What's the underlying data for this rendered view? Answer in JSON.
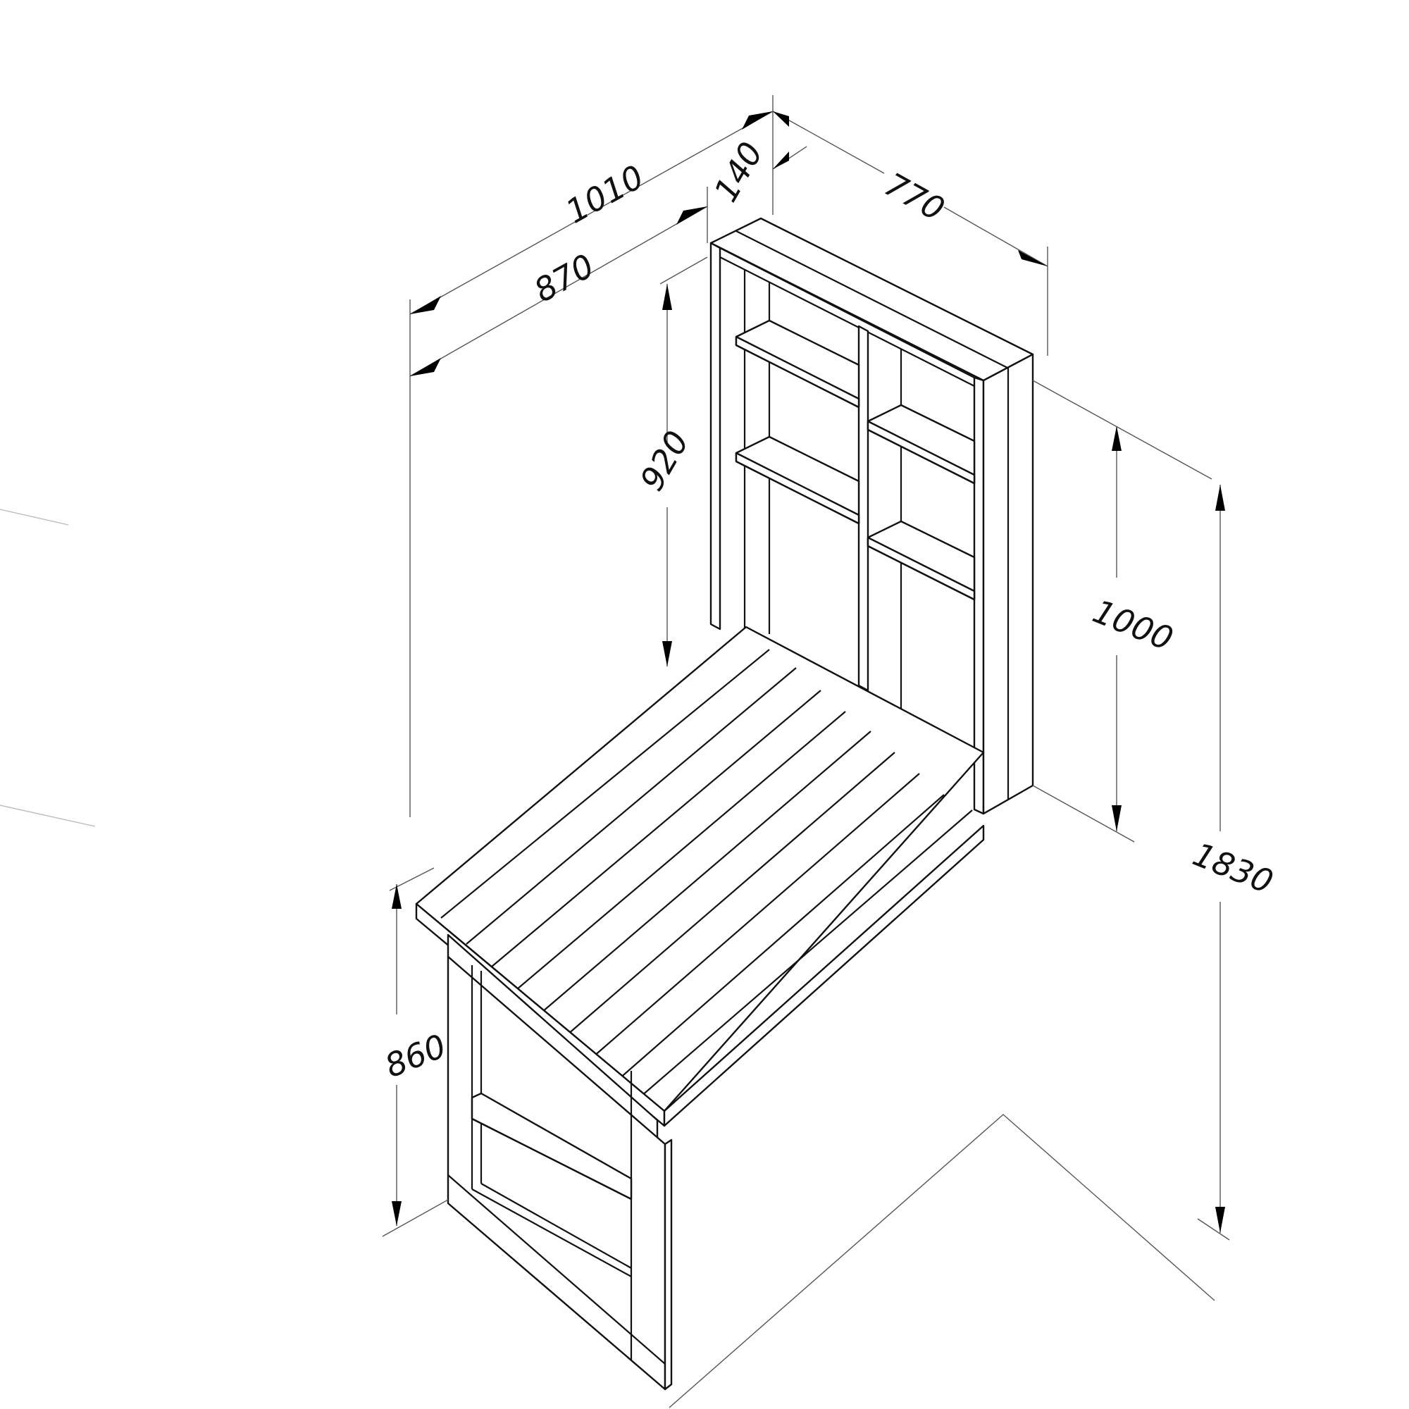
{
  "drawing": {
    "subject": "Wall-mounted fold-down potting bench / desk with shelving unit, isometric line drawing",
    "units": "mm",
    "dimensions": {
      "overall_depth": "1010",
      "table_depth": "870",
      "cabinet_depth": "140",
      "width": "770",
      "cabinet_height_above_table": "920",
      "cabinet_height": "1000",
      "overall_height": "1830",
      "table_height": "860"
    },
    "colors": {
      "line": "#111111",
      "dimension_line": "#555555",
      "background": "#ffffff"
    }
  }
}
